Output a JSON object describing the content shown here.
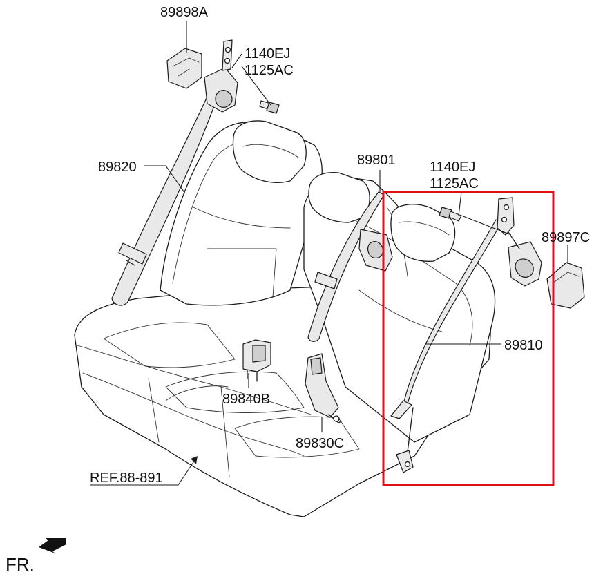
{
  "labels": {
    "p89898A": "89898A",
    "p1140EJ_top": "1140EJ",
    "p1125AC_top": "1125AC",
    "p89820": "89820",
    "p89801": "89801",
    "p1140EJ_right": "1140EJ",
    "p1125AC_right": "1125AC",
    "p89897C": "89897C",
    "p89810": "89810",
    "p89840B": "89840B",
    "p89830C": "89830C",
    "ref": "REF.88-891",
    "fr": "FR."
  },
  "colors": {
    "highlight_box": "#e0101a",
    "line": "#1a1a1a",
    "part_fill": "#e9e9e9"
  },
  "icons": {
    "front_arrow": "arrow-front-left-icon"
  }
}
